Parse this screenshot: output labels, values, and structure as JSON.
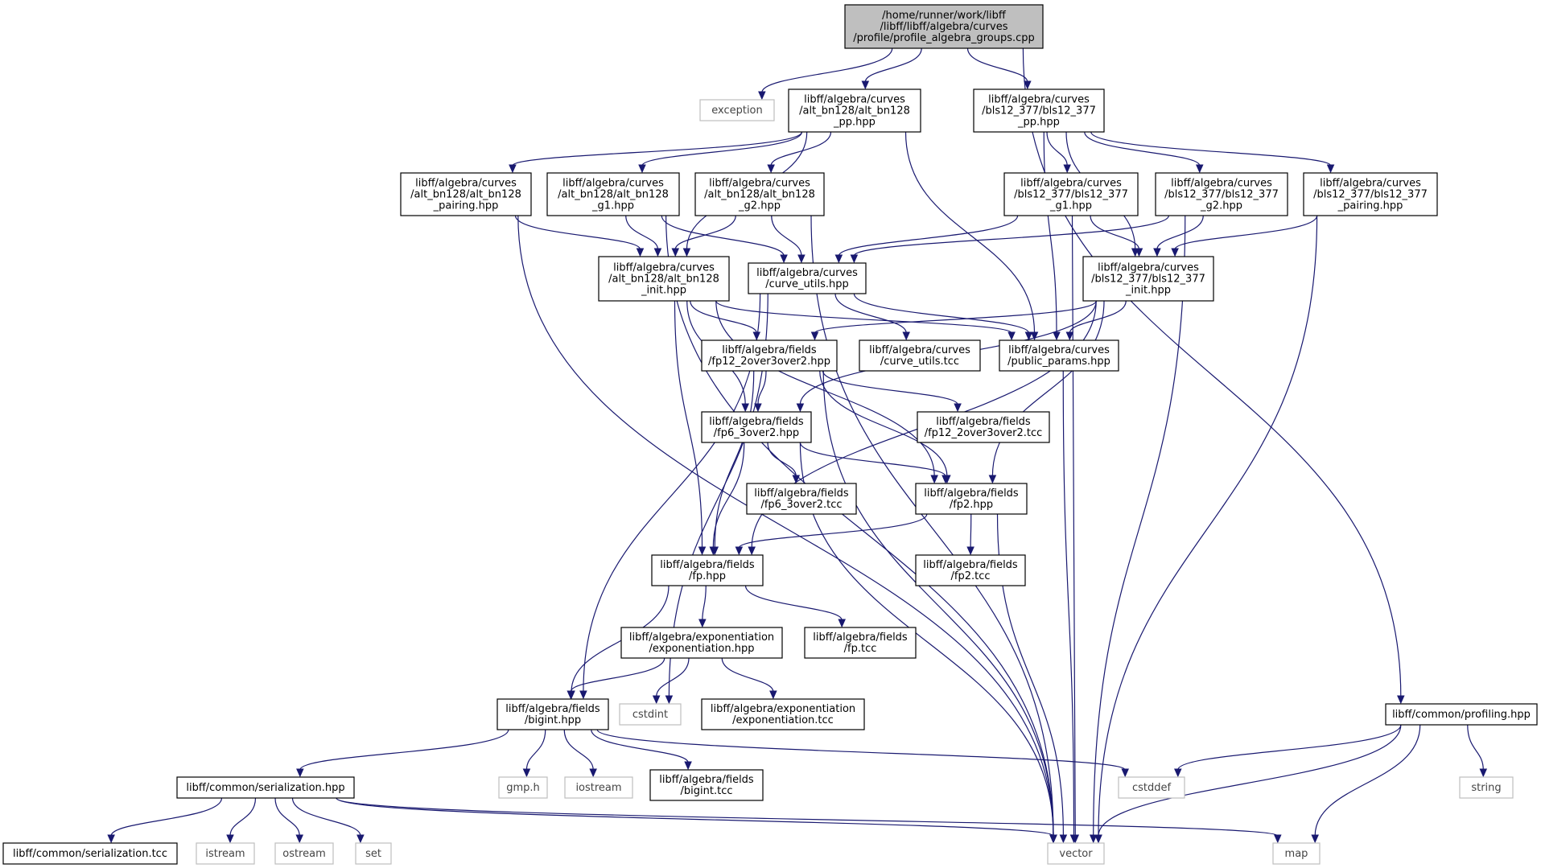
{
  "graph": {
    "colors": {
      "edge": "#191970",
      "root_fill": "#bfbfbf",
      "box_border": "#000000",
      "external_border": "#bfbfbf",
      "background": "#ffffff"
    },
    "nodes": [
      {
        "id": "root",
        "kind": "root",
        "lines": [
          "/home/runner/work/libff",
          "/libff/libff/algebra/curves",
          "/profile/profile_algebra_groups.cpp"
        ]
      },
      {
        "id": "exception",
        "kind": "ext",
        "lines": [
          "exception"
        ]
      },
      {
        "id": "altpp",
        "kind": "box",
        "lines": [
          "libff/algebra/curves",
          "/alt_bn128/alt_bn128",
          "_pp.hpp"
        ]
      },
      {
        "id": "blspp",
        "kind": "box",
        "lines": [
          "libff/algebra/curves",
          "/bls12_377/bls12_377",
          "_pp.hpp"
        ]
      },
      {
        "id": "altpair",
        "kind": "box",
        "lines": [
          "libff/algebra/curves",
          "/alt_bn128/alt_bn128",
          "_pairing.hpp"
        ]
      },
      {
        "id": "altg1",
        "kind": "box",
        "lines": [
          "libff/algebra/curves",
          "/alt_bn128/alt_bn128",
          "_g1.hpp"
        ]
      },
      {
        "id": "altg2",
        "kind": "box",
        "lines": [
          "libff/algebra/curves",
          "/alt_bn128/alt_bn128",
          "_g2.hpp"
        ]
      },
      {
        "id": "blsg1",
        "kind": "box",
        "lines": [
          "libff/algebra/curves",
          "/bls12_377/bls12_377",
          "_g1.hpp"
        ]
      },
      {
        "id": "blsg2",
        "kind": "box",
        "lines": [
          "libff/algebra/curves",
          "/bls12_377/bls12_377",
          "_g2.hpp"
        ]
      },
      {
        "id": "blspair",
        "kind": "box",
        "lines": [
          "libff/algebra/curves",
          "/bls12_377/bls12_377",
          "_pairing.hpp"
        ]
      },
      {
        "id": "altinit",
        "kind": "box",
        "lines": [
          "libff/algebra/curves",
          "/alt_bn128/alt_bn128",
          "_init.hpp"
        ]
      },
      {
        "id": "curveutils",
        "kind": "box",
        "lines": [
          "libff/algebra/curves",
          "/curve_utils.hpp"
        ]
      },
      {
        "id": "blsinit",
        "kind": "box",
        "lines": [
          "libff/algebra/curves",
          "/bls12_377/bls12_377",
          "_init.hpp"
        ]
      },
      {
        "id": "fp12",
        "kind": "box",
        "lines": [
          "libff/algebra/fields",
          "/fp12_2over3over2.hpp"
        ]
      },
      {
        "id": "curveutilstcc",
        "kind": "box",
        "lines": [
          "libff/algebra/curves",
          "/curve_utils.tcc"
        ]
      },
      {
        "id": "pubparams",
        "kind": "box",
        "lines": [
          "libff/algebra/curves",
          "/public_params.hpp"
        ]
      },
      {
        "id": "fp6",
        "kind": "box",
        "lines": [
          "libff/algebra/fields",
          "/fp6_3over2.hpp"
        ]
      },
      {
        "id": "fp12tcc",
        "kind": "box",
        "lines": [
          "libff/algebra/fields",
          "/fp12_2over3over2.tcc"
        ]
      },
      {
        "id": "fp6tcc",
        "kind": "box",
        "lines": [
          "libff/algebra/fields",
          "/fp6_3over2.tcc"
        ]
      },
      {
        "id": "fp2",
        "kind": "box",
        "lines": [
          "libff/algebra/fields",
          "/fp2.hpp"
        ]
      },
      {
        "id": "fp",
        "kind": "box",
        "lines": [
          "libff/algebra/fields",
          "/fp.hpp"
        ]
      },
      {
        "id": "fp2tcc",
        "kind": "box",
        "lines": [
          "libff/algebra/fields",
          "/fp2.tcc"
        ]
      },
      {
        "id": "exphpp",
        "kind": "box",
        "lines": [
          "libff/algebra/exponentiation",
          "/exponentiation.hpp"
        ]
      },
      {
        "id": "fptcc",
        "kind": "box",
        "lines": [
          "libff/algebra/fields",
          "/fp.tcc"
        ]
      },
      {
        "id": "profiling",
        "kind": "box",
        "lines": [
          "libff/common/profiling.hpp"
        ]
      },
      {
        "id": "bigint",
        "kind": "box",
        "lines": [
          "libff/algebra/fields",
          "/bigint.hpp"
        ]
      },
      {
        "id": "cstdint",
        "kind": "ext",
        "lines": [
          "cstdint"
        ]
      },
      {
        "id": "exptcc",
        "kind": "box",
        "lines": [
          "libff/algebra/exponentiation",
          "/exponentiation.tcc"
        ]
      },
      {
        "id": "serialization",
        "kind": "box",
        "lines": [
          "libff/common/serialization.hpp"
        ]
      },
      {
        "id": "gmp",
        "kind": "ext",
        "lines": [
          "gmp.h"
        ]
      },
      {
        "id": "iostream",
        "kind": "ext",
        "lines": [
          "iostream"
        ]
      },
      {
        "id": "biginttcc",
        "kind": "box",
        "lines": [
          "libff/algebra/fields",
          "/bigint.tcc"
        ]
      },
      {
        "id": "cstddef",
        "kind": "ext",
        "lines": [
          "cstddef"
        ]
      },
      {
        "id": "string",
        "kind": "ext",
        "lines": [
          "string"
        ]
      },
      {
        "id": "serialtcc",
        "kind": "box",
        "lines": [
          "libff/common/serialization.tcc"
        ]
      },
      {
        "id": "istream",
        "kind": "ext",
        "lines": [
          "istream"
        ]
      },
      {
        "id": "ostream",
        "kind": "ext",
        "lines": [
          "ostream"
        ]
      },
      {
        "id": "set",
        "kind": "ext",
        "lines": [
          "set"
        ]
      },
      {
        "id": "vector",
        "kind": "ext",
        "lines": [
          "vector"
        ]
      },
      {
        "id": "map",
        "kind": "ext",
        "lines": [
          "map"
        ]
      }
    ],
    "edges": [
      [
        "root",
        "exception"
      ],
      [
        "root",
        "altpp"
      ],
      [
        "root",
        "blspp"
      ],
      [
        "root",
        "profiling"
      ],
      [
        "altpp",
        "altpair"
      ],
      [
        "altpp",
        "altg1"
      ],
      [
        "altpp",
        "altg2"
      ],
      [
        "altpp",
        "altinit"
      ],
      [
        "altpp",
        "pubparams"
      ],
      [
        "blspp",
        "blsg1"
      ],
      [
        "blspp",
        "blsg2"
      ],
      [
        "blspp",
        "blspair"
      ],
      [
        "blspp",
        "blsinit"
      ],
      [
        "blspp",
        "pubparams"
      ],
      [
        "altpair",
        "altinit"
      ],
      [
        "altpair",
        "vector"
      ],
      [
        "altg1",
        "altinit"
      ],
      [
        "altg1",
        "curveutils"
      ],
      [
        "altg1",
        "vector"
      ],
      [
        "altg2",
        "altinit"
      ],
      [
        "altg2",
        "curveutils"
      ],
      [
        "altg2",
        "vector"
      ],
      [
        "blsg1",
        "blsinit"
      ],
      [
        "blsg1",
        "curveutils"
      ],
      [
        "blsg1",
        "vector"
      ],
      [
        "blsg2",
        "blsinit"
      ],
      [
        "blsg2",
        "curveutils"
      ],
      [
        "blsg2",
        "vector"
      ],
      [
        "blspair",
        "blsinit"
      ],
      [
        "blspair",
        "vector"
      ],
      [
        "altinit",
        "fp12"
      ],
      [
        "altinit",
        "fp6"
      ],
      [
        "altinit",
        "fp2"
      ],
      [
        "altinit",
        "fp"
      ],
      [
        "altinit",
        "pubparams"
      ],
      [
        "curveutils",
        "curveutilstcc"
      ],
      [
        "curveutils",
        "pubparams"
      ],
      [
        "curveutils",
        "bigint"
      ],
      [
        "curveutils",
        "cstdint"
      ],
      [
        "blsinit",
        "fp12"
      ],
      [
        "blsinit",
        "fp6"
      ],
      [
        "blsinit",
        "fp2"
      ],
      [
        "blsinit",
        "fp"
      ],
      [
        "blsinit",
        "pubparams"
      ],
      [
        "fp12",
        "fp6"
      ],
      [
        "fp12",
        "fp12tcc"
      ],
      [
        "fp12",
        "fp2"
      ],
      [
        "fp12",
        "fp"
      ],
      [
        "fp12",
        "vector"
      ],
      [
        "pubparams",
        "vector"
      ],
      [
        "fp6",
        "fp6tcc"
      ],
      [
        "fp6",
        "fp2"
      ],
      [
        "fp6",
        "fp"
      ],
      [
        "fp6",
        "vector"
      ],
      [
        "fp2",
        "fp"
      ],
      [
        "fp2",
        "fp2tcc"
      ],
      [
        "fp2",
        "vector"
      ],
      [
        "fp",
        "exphpp"
      ],
      [
        "fp",
        "fptcc"
      ],
      [
        "fp",
        "bigint"
      ],
      [
        "exphpp",
        "bigint"
      ],
      [
        "exphpp",
        "cstdint"
      ],
      [
        "exphpp",
        "exptcc"
      ],
      [
        "bigint",
        "serialization"
      ],
      [
        "bigint",
        "gmp"
      ],
      [
        "bigint",
        "iostream"
      ],
      [
        "bigint",
        "biginttcc"
      ],
      [
        "bigint",
        "cstddef"
      ],
      [
        "profiling",
        "cstddef"
      ],
      [
        "profiling",
        "string"
      ],
      [
        "profiling",
        "vector"
      ],
      [
        "profiling",
        "map"
      ],
      [
        "serialization",
        "serialtcc"
      ],
      [
        "serialization",
        "istream"
      ],
      [
        "serialization",
        "ostream"
      ],
      [
        "serialization",
        "set"
      ],
      [
        "serialization",
        "vector"
      ],
      [
        "serialization",
        "map"
      ]
    ]
  }
}
